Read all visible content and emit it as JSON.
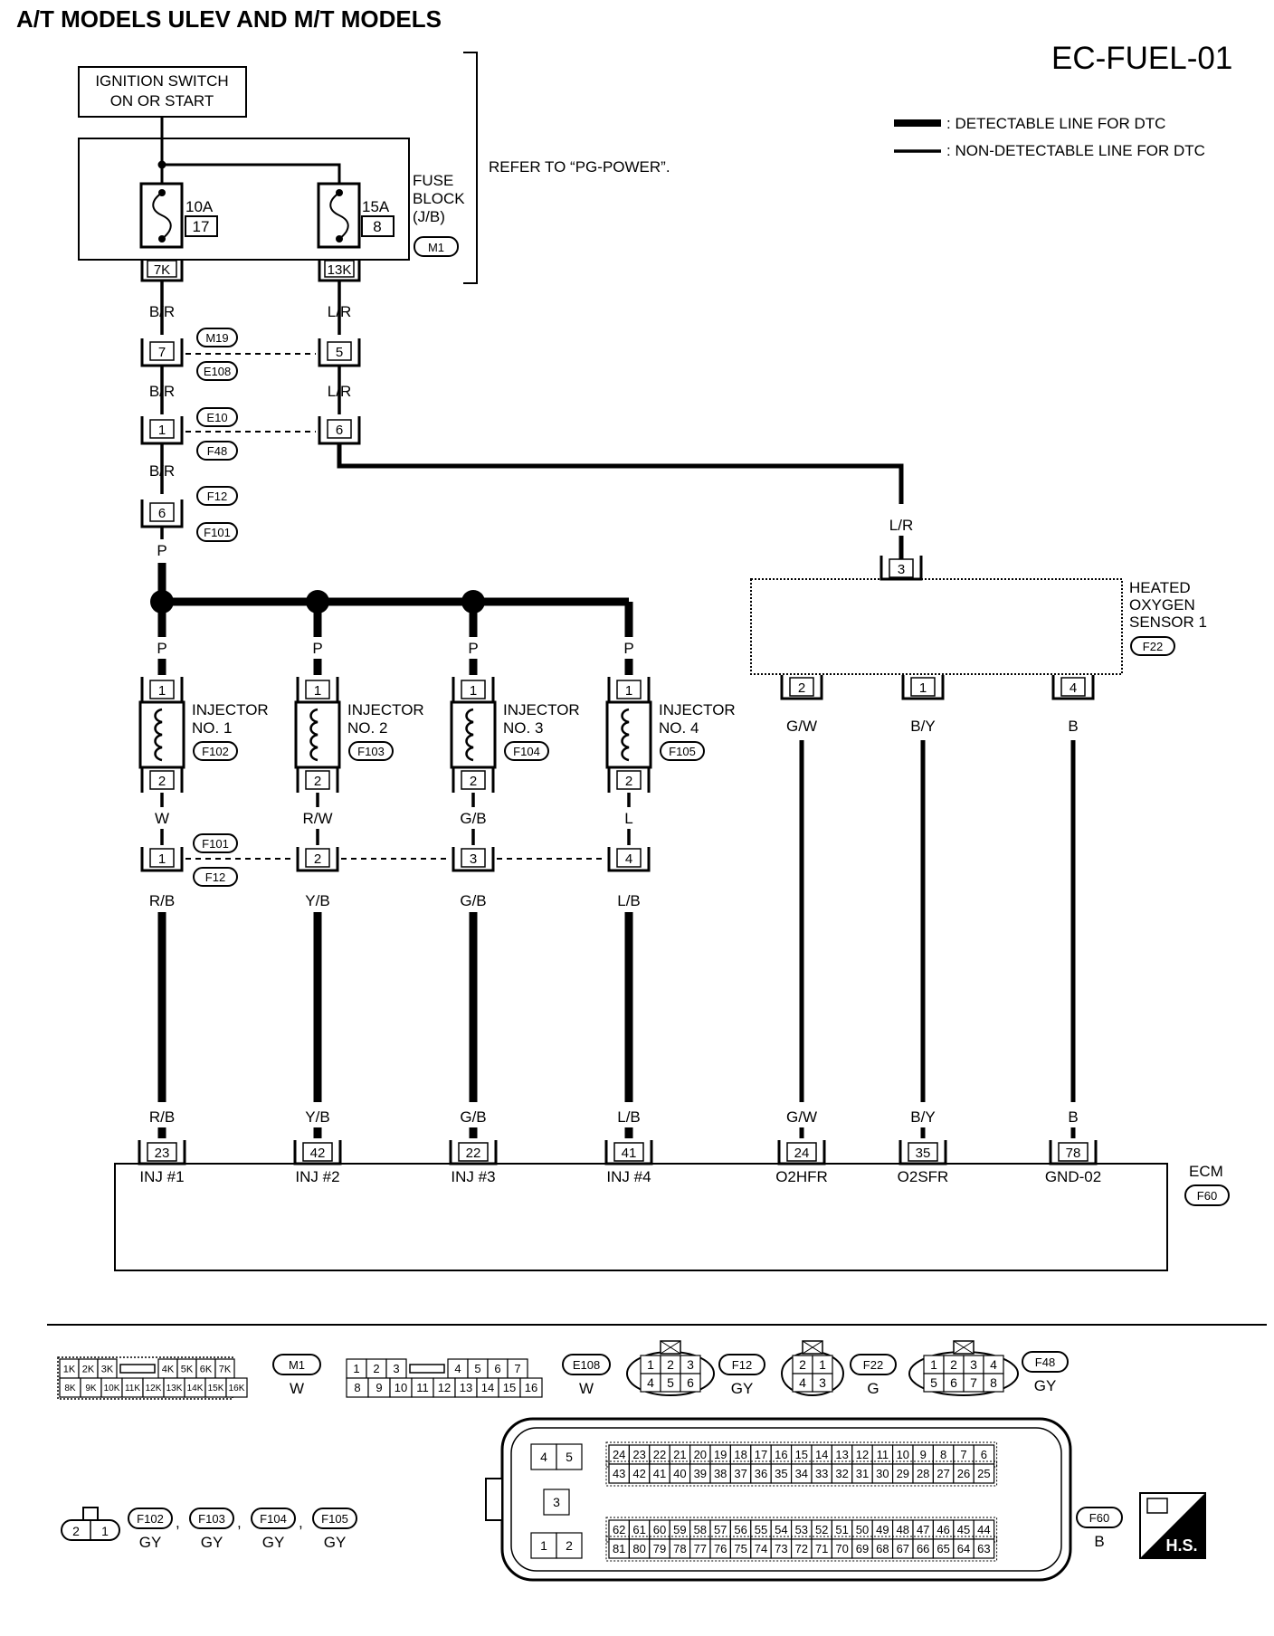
{
  "header": {
    "title": "A/T MODELS ULEV AND M/T MODELS",
    "code": "EC-FUEL-01"
  },
  "legend": {
    "detectable": ": DETECTABLE LINE FOR DTC",
    "non_detectable": ": NON-DETECTABLE LINE FOR DTC"
  },
  "power": {
    "ignition_line1": "IGNITION SWITCH",
    "ignition_line2": "ON OR START",
    "fuse_block_line1": "FUSE",
    "fuse_block_line2": "BLOCK",
    "fuse_block_line3": "(J/B)",
    "fuse_block_conn": "M1",
    "refer": "REFER TO “PG-POWER”.",
    "fuse1_amp": "10A",
    "fuse1_no": "17",
    "fuse2_amp": "15A",
    "fuse2_no": "8",
    "term1": "7K",
    "term2": "13K"
  },
  "wires": {
    "br": "B/R",
    "lr": "L/R",
    "p": "P",
    "w": "W",
    "rw": "R/W",
    "gb": "G/B",
    "l": "L",
    "rb": "R/B",
    "yb": "Y/B",
    "lb": "L/B",
    "gw": "G/W",
    "by": "B/Y",
    "b": "B"
  },
  "connectors": {
    "m19": "M19",
    "e108": "E108",
    "e10": "E10",
    "f48": "F48",
    "f12": "F12",
    "f101": "F101",
    "f22": "F22",
    "f60": "F60",
    "p7": "7",
    "p5": "5",
    "p1": "1",
    "p6a": "6",
    "p6b": "6",
    "p3": "3",
    "p2": "2",
    "p4": "4"
  },
  "injectors": [
    {
      "name_line1": "INJECTOR",
      "name_line2": "NO. 1",
      "conn": "F102",
      "pin_in": "1",
      "pin_out": "2",
      "jc_pin": "1",
      "ecm_pin": "23",
      "ecm_label": "INJ #1"
    },
    {
      "name_line1": "INJECTOR",
      "name_line2": "NO. 2",
      "conn": "F103",
      "pin_in": "1",
      "pin_out": "2",
      "jc_pin": "2",
      "ecm_pin": "42",
      "ecm_label": "INJ #2"
    },
    {
      "name_line1": "INJECTOR",
      "name_line2": "NO. 3",
      "conn": "F104",
      "pin_in": "1",
      "pin_out": "2",
      "jc_pin": "3",
      "ecm_pin": "22",
      "ecm_label": "INJ #3"
    },
    {
      "name_line1": "INJECTOR",
      "name_line2": "NO. 4",
      "conn": "F105",
      "pin_in": "1",
      "pin_out": "2",
      "jc_pin": "4",
      "ecm_pin": "41",
      "ecm_label": "INJ #4"
    }
  ],
  "sensor": {
    "line1": "HEATED",
    "line2": "OXYGEN",
    "line3": "SENSOR 1",
    "pin_in": "3",
    "pin_a": "2",
    "pin_b": "1",
    "pin_c": "4"
  },
  "ecm": {
    "name": "ECM",
    "o2_pins": [
      {
        "pin": "24",
        "label": "O2HFR"
      },
      {
        "pin": "35",
        "label": "O2SFR"
      },
      {
        "pin": "78",
        "label": "GND-02"
      }
    ]
  },
  "connector_views": {
    "m1": {
      "id": "M1",
      "color": "W",
      "top": [
        "1K",
        "2K",
        "3K",
        "4K",
        "5K",
        "6K",
        "7K"
      ],
      "bottom": [
        "8K",
        "9K",
        "10K",
        "11K",
        "12K",
        "13K",
        "14K",
        "15K",
        "16K"
      ]
    },
    "e108": {
      "id": "E108",
      "color": "W",
      "top": [
        "1",
        "2",
        "3",
        "4",
        "5",
        "6",
        "7"
      ],
      "bottom": [
        "8",
        "9",
        "10",
        "11",
        "12",
        "13",
        "14",
        "15",
        "16"
      ]
    },
    "f12": {
      "id": "F12",
      "color": "GY",
      "pins": [
        "1",
        "2",
        "3",
        "4",
        "5",
        "6"
      ]
    },
    "f22": {
      "id": "F22",
      "color": "G",
      "pins": [
        "2",
        "1",
        "4",
        "3"
      ]
    },
    "f48": {
      "id": "F48",
      "color": "GY",
      "pins": [
        "1",
        "2",
        "3",
        "4",
        "5",
        "6",
        "7",
        "8"
      ]
    },
    "inj": {
      "ids": [
        "F102",
        "F103",
        "F104",
        "F105"
      ],
      "color": "GY",
      "pins": [
        "2",
        "1"
      ]
    },
    "f60": {
      "id": "F60",
      "color": "B",
      "small": [
        "4",
        "5",
        "3",
        "1",
        "2"
      ],
      "row1": [
        "24",
        "23",
        "22",
        "21",
        "20",
        "19",
        "18",
        "17",
        "16",
        "15",
        "14",
        "13",
        "12",
        "11",
        "10",
        "9",
        "8",
        "7",
        "6"
      ],
      "row2": [
        "43",
        "42",
        "41",
        "40",
        "39",
        "38",
        "37",
        "36",
        "35",
        "34",
        "33",
        "32",
        "31",
        "30",
        "29",
        "28",
        "27",
        "26",
        "25"
      ],
      "row3": [
        "62",
        "61",
        "60",
        "59",
        "58",
        "57",
        "56",
        "55",
        "54",
        "53",
        "52",
        "51",
        "50",
        "49",
        "48",
        "47",
        "46",
        "45",
        "44"
      ],
      "row4": [
        "81",
        "80",
        "79",
        "78",
        "77",
        "76",
        "75",
        "74",
        "73",
        "72",
        "71",
        "70",
        "69",
        "68",
        "67",
        "66",
        "65",
        "64",
        "63"
      ]
    },
    "hs": "H.S."
  }
}
